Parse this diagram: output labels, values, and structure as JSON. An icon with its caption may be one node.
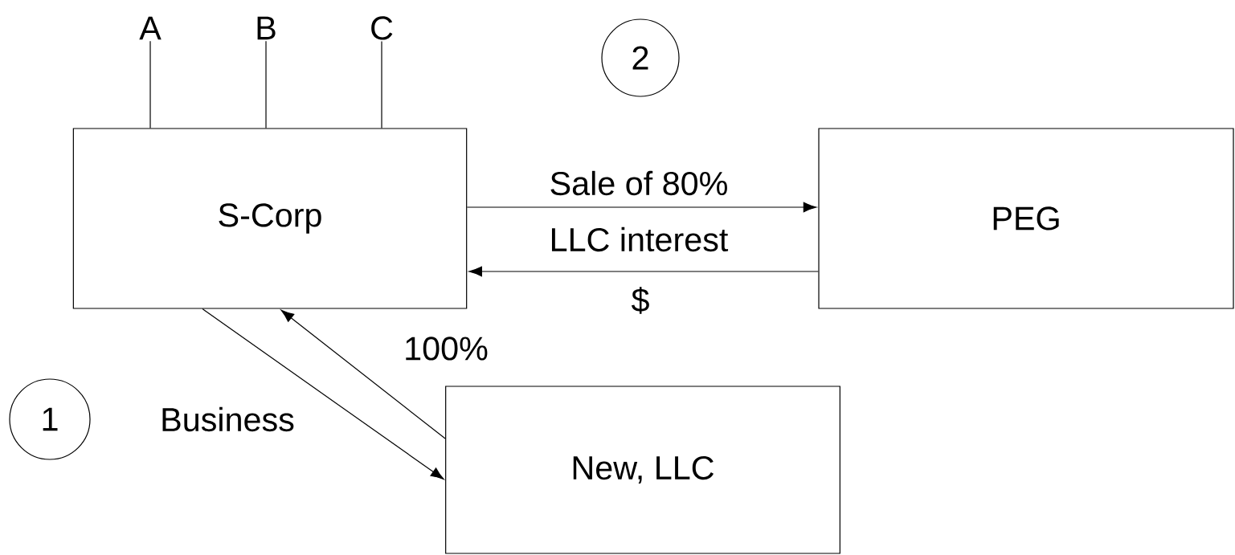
{
  "diagram": {
    "nodes": [
      {
        "text": [
          "A"
        ]
      },
      {
        "text": [
          "B"
        ]
      },
      {
        "text": [
          "C"
        ]
      },
      {
        "text": [
          "2"
        ]
      },
      {
        "text": [
          "S-Corp"
        ]
      },
      {
        "text": [
          "PEG"
        ]
      },
      {
        "text": [
          "1"
        ]
      },
      {
        "text": [
          "New, LLC"
        ]
      }
    ],
    "edges": [
      {
        "from": 0,
        "to": 4,
        "arrow": "none"
      },
      {
        "from": 1,
        "to": 4,
        "arrow": "none"
      },
      {
        "from": 2,
        "to": 4,
        "arrow": "none"
      },
      {
        "from": 4,
        "to": 5,
        "arrow": "to",
        "label": "Sale of 80%"
      },
      {
        "from": 5,
        "to": 4,
        "arrow": "to",
        "label": "$"
      },
      {
        "from": 4,
        "to": 7,
        "arrow": "to",
        "label": "Business"
      },
      {
        "from": 7,
        "to": 4,
        "arrow": "to",
        "label": "100%"
      }
    ],
    "labels": [
      "LLC interest"
    ]
  }
}
